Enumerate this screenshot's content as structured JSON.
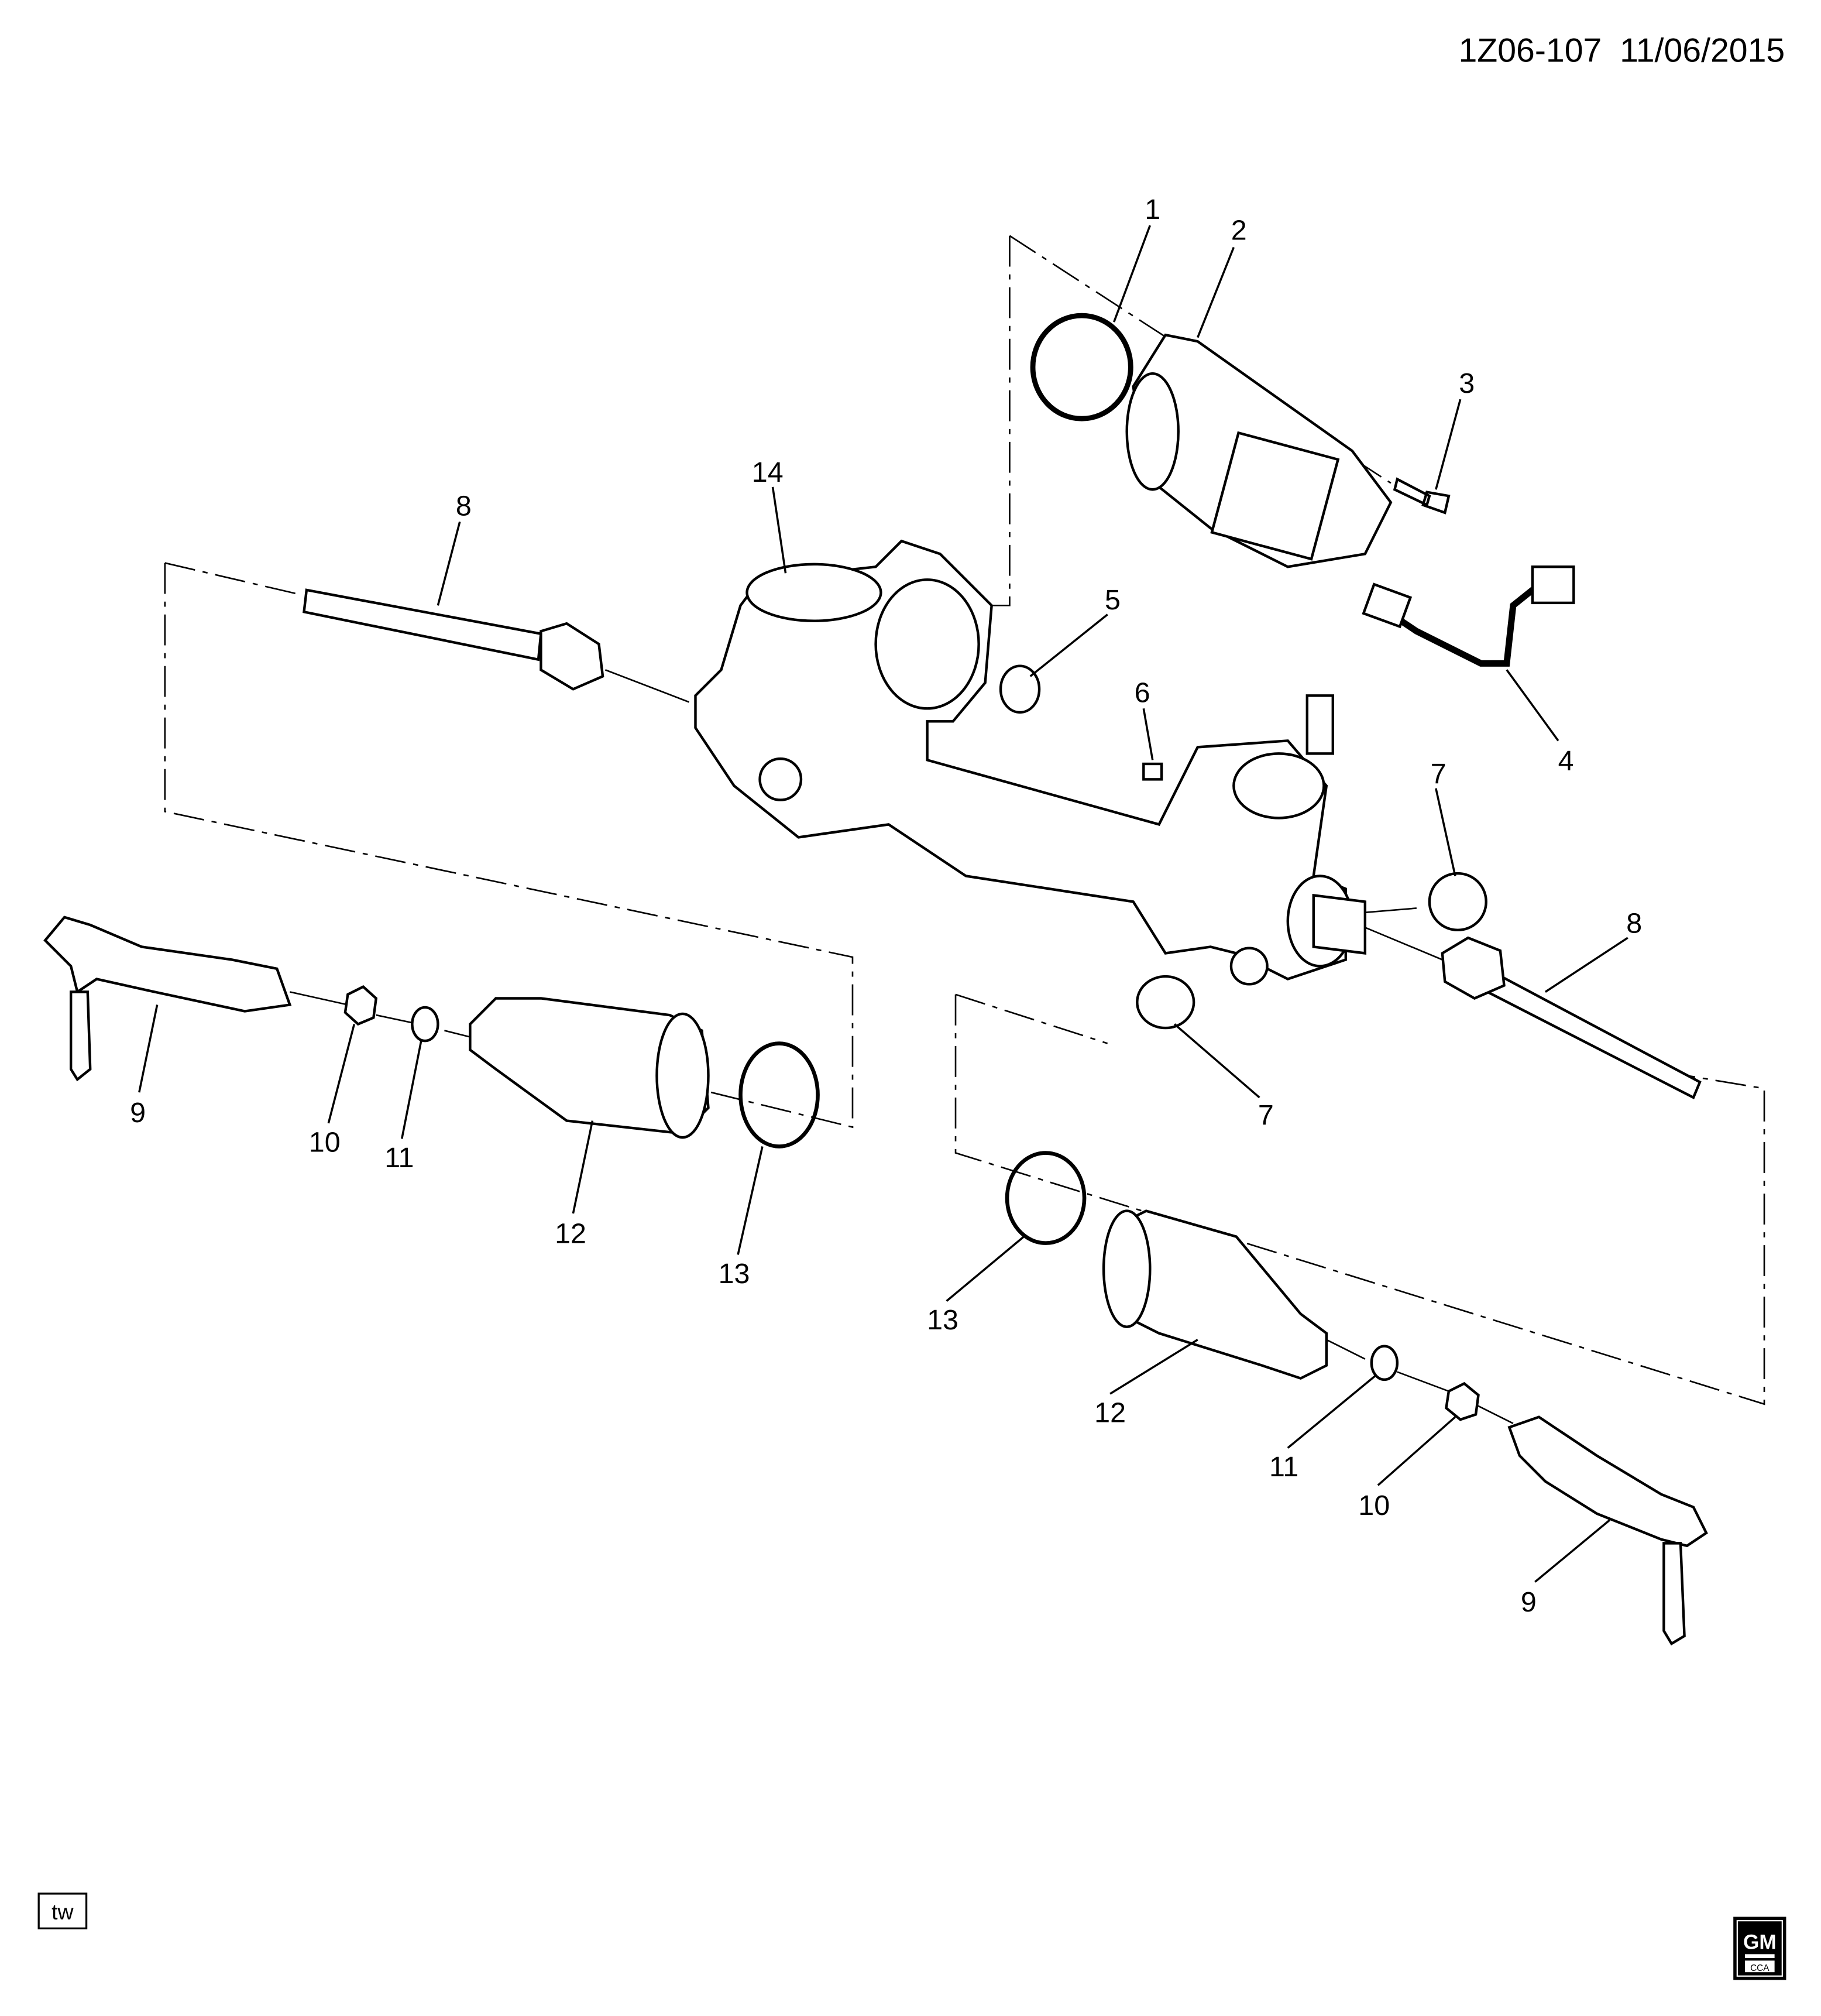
{
  "header": {
    "code": "1Z06-107",
    "date": "11/06/2015"
  },
  "corner_tag": "tw",
  "logo": {
    "brand": "GM",
    "sub": "CCA"
  },
  "callouts": {
    "c1": "1",
    "c2": "2",
    "c3": "3",
    "c4": "4",
    "c5": "5",
    "c6": "6",
    "c7a": "7",
    "c7b": "7",
    "c8a": "8",
    "c8b": "8",
    "c9a": "9",
    "c9b": "9",
    "c10a": "10",
    "c10b": "10",
    "c11a": "11",
    "c11b": "11",
    "c12a": "12",
    "c12b": "12",
    "c13a": "13",
    "c13b": "13",
    "c14": "14"
  }
}
